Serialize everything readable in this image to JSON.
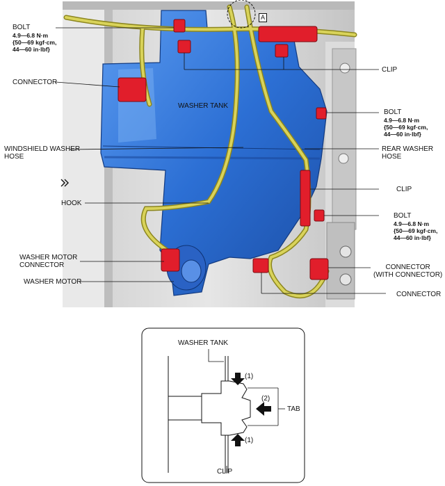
{
  "top_diagram": {
    "labels": {
      "bolt_top_left": "BOLT",
      "bolt_top_left_spec": [
        "4.9—6.8 N·m",
        "{50—69 kgf·cm,",
        "44—60 in·lbf}"
      ],
      "connector_left": "CONNECTOR",
      "washer_tank": "WASHER TANK",
      "windshield_washer_hose": [
        "WINDSHIELD WASHER",
        "HOSE"
      ],
      "hook": "HOOK",
      "washer_motor_connector": [
        "WASHER MOTOR",
        "CONNECTOR"
      ],
      "washer_motor": "WASHER MOTOR",
      "clip_top": "CLIP",
      "bolt_right_top": "BOLT",
      "bolt_right_top_spec": [
        "4.9—6.8 N·m",
        "{50—69 kgf·cm,",
        "44—60 in·lbf}"
      ],
      "rear_washer_hose": [
        "REAR WASHER",
        "HOSE"
      ],
      "clip_mid": "CLIP",
      "bolt_right_bottom": "BOLT",
      "bolt_right_bottom_spec": [
        "4.9—6.8 N·m",
        "{50—69 kgf·cm,",
        "44—60 in·lbf}"
      ],
      "connector_with_connector": [
        "CONNECTOR",
        "(WITH CONNECTOR)"
      ],
      "connector_bottom": "CONNECTOR",
      "detail_marker": "A"
    }
  },
  "detail_diagram": {
    "labels": {
      "washer_tank": "WASHER TANK",
      "arrow_1_top": "(1)",
      "arrow_2": "(2)",
      "tab": "TAB",
      "arrow_1_bottom": "(1)",
      "clip": "CLIP"
    }
  },
  "colors": {
    "tank": "#2f72d6",
    "hose": "#c9c34a",
    "clip_red": "#e11e2b",
    "background_grey": "#d6d6d6"
  }
}
